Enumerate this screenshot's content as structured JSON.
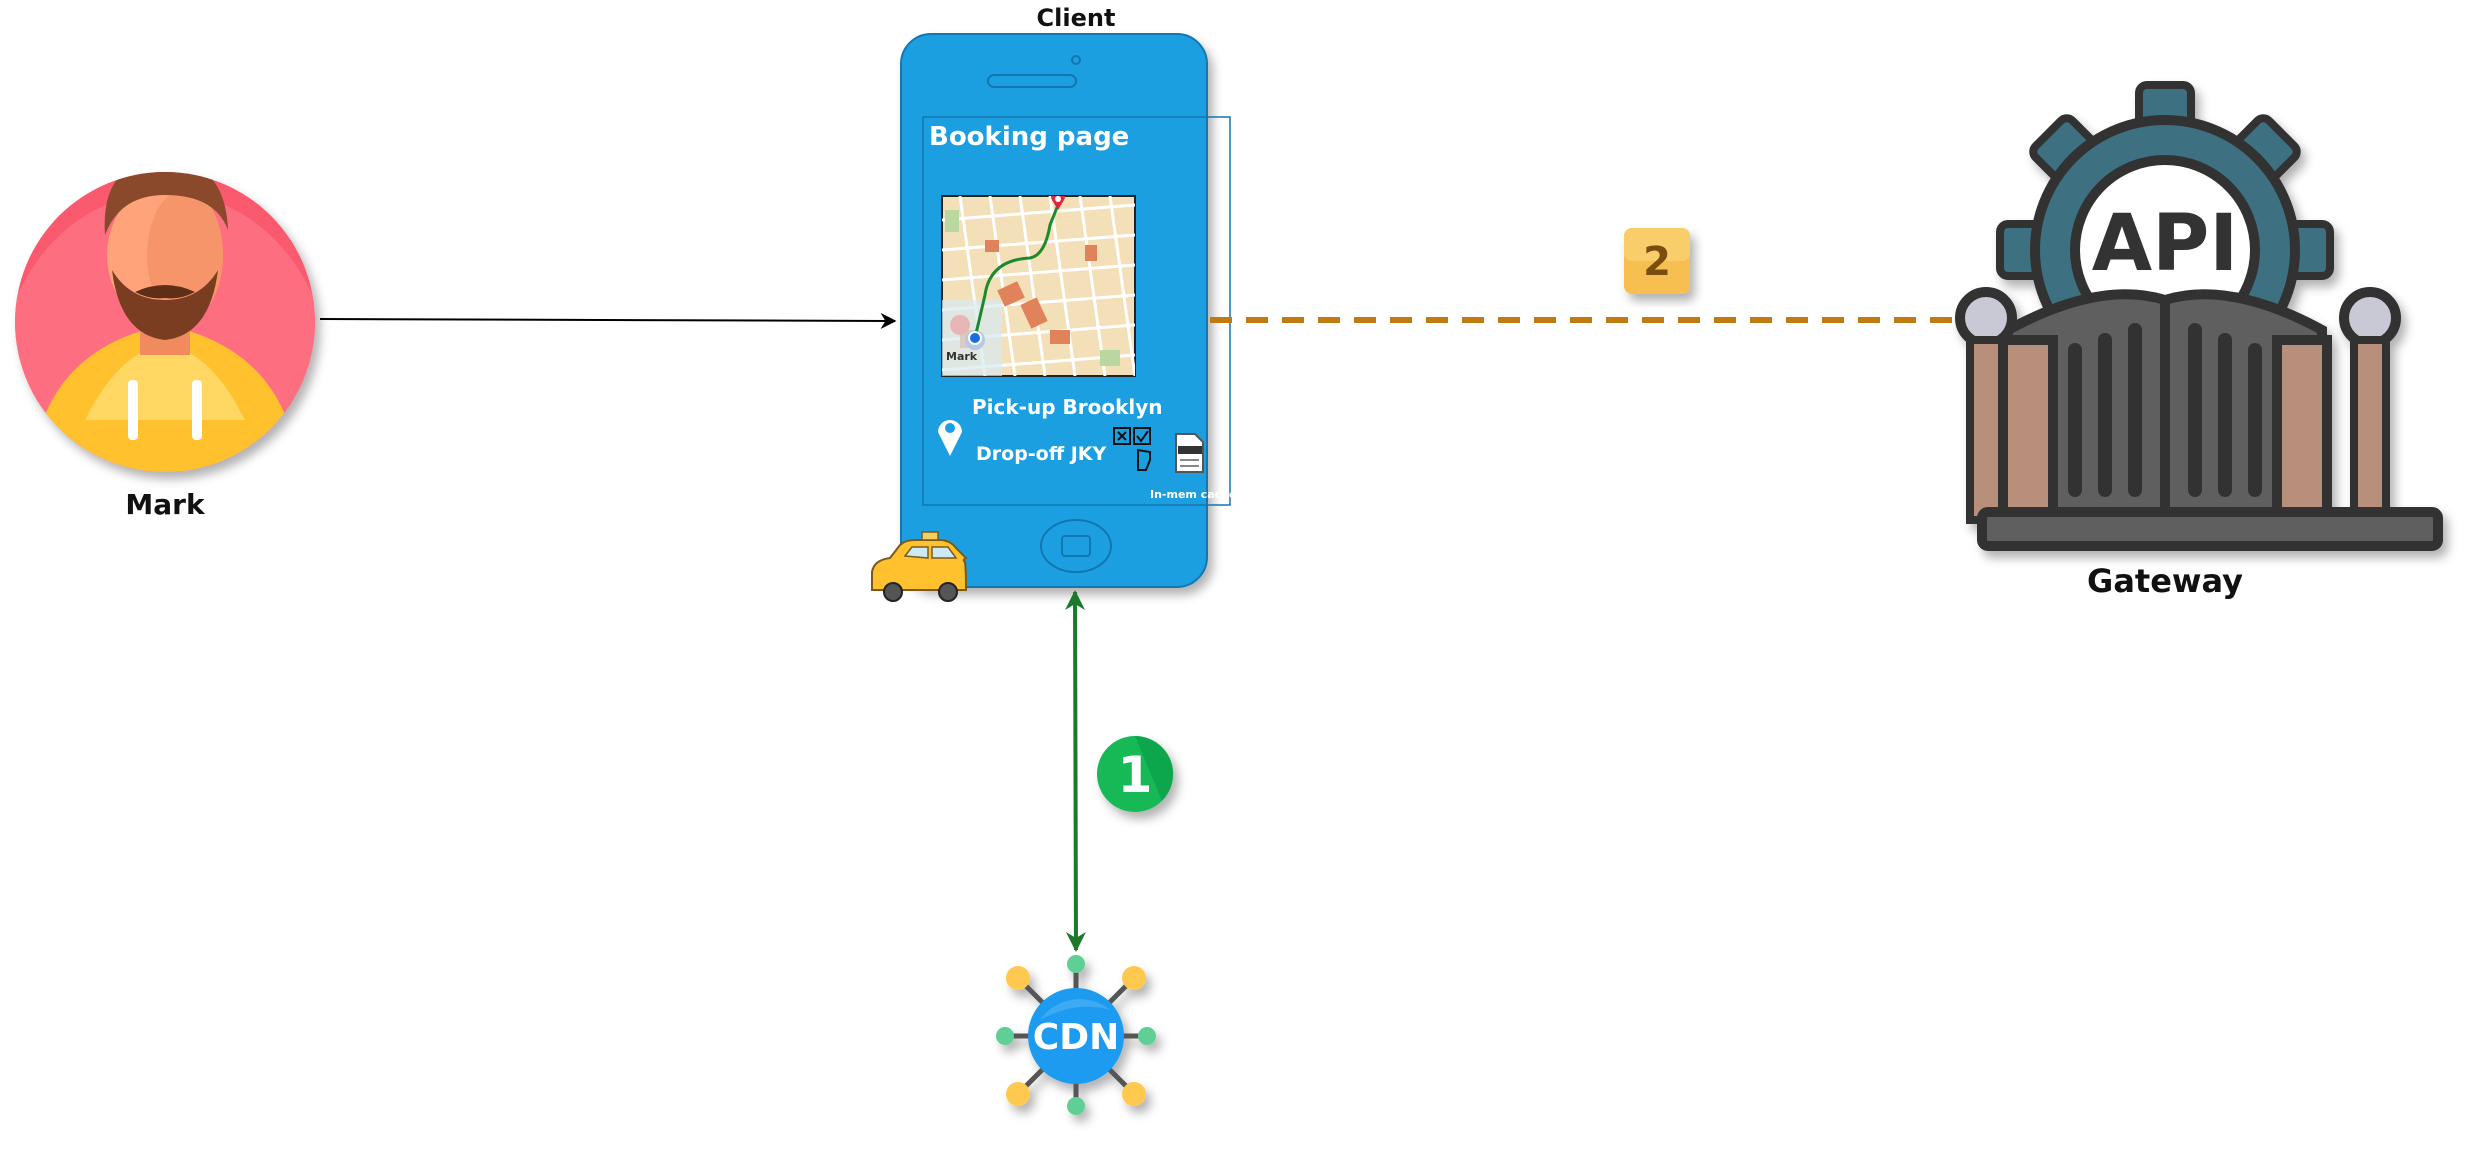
{
  "actors": {
    "user_label": "Mark",
    "client_label": "Client",
    "gateway_label": "Gateway",
    "cdn_label": "CDN",
    "gateway_badge_text": "API"
  },
  "phone": {
    "screen_title": "Booking page",
    "map_user_tag": "Mark",
    "pickup_text": "Pick-up Brooklyn",
    "dropoff_text": "Drop-off JKY",
    "cache_label": "In-mem cache"
  },
  "steps": {
    "step1": "1",
    "step2": "2"
  },
  "colors": {
    "phone_blue": "#1a9fe0",
    "phone_border": "#1276b0",
    "cdn_arrow": "#1a7a2a",
    "gateway_link": "#c07a12",
    "step1_green": "#13b957",
    "step2_orange": "#f6bf4f",
    "avatar_red": "#fb5a6e",
    "hoodie_yellow": "#ffc12e",
    "gear_teal": "#3d6f81",
    "gate_grey": "#5e5e60"
  },
  "icons": {
    "user": "person-avatar-icon",
    "gateway": "api-gateway-icon",
    "cdn": "cdn-network-icon",
    "taxi": "taxi-icon",
    "pin": "location-pin-icon",
    "checkbox": "checkbox-select-icon",
    "document": "document-icon"
  }
}
